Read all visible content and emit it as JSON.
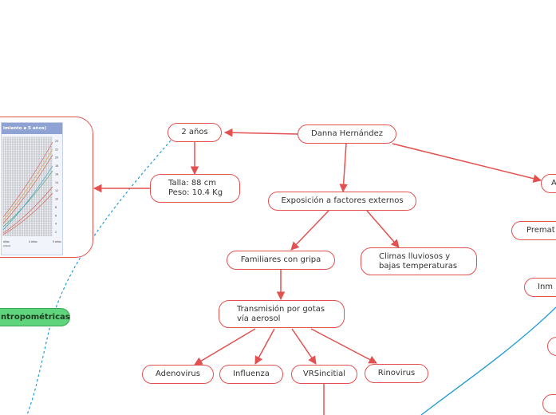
{
  "nodes": {
    "root": "Danna Hernández",
    "age": "2 años",
    "measures": "Talla: 88 cm\nPeso: 10.4 Kg",
    "exposure": "Exposición a factores externos",
    "familiares": "Familiares con gripa",
    "climas": "Climas lluviosos y\nbajas temperaturas",
    "transmision": "Transmisión por gotas\nvía aerosol",
    "adenovirus": "Adenovirus",
    "influenza": "Influenza",
    "vrs": "VRSincitial",
    "rinovirus": "Rinovirus",
    "right_a": "A",
    "right_premat": "Premat",
    "right_inm": "Inm",
    "antropometricas": "ntropométricas"
  },
  "chart_thumbnail": {
    "title": "imiento a 5 años)",
    "y_ticks": [
      "24",
      "22",
      "20",
      "18",
      "16",
      "14",
      "12",
      "10",
      "8",
      "6",
      "4",
      "2"
    ],
    "x_labels": [
      "años",
      "4 años",
      "5 años"
    ],
    "x_sublabel": "(idad)"
  },
  "colors": {
    "node_border": "#e2514f",
    "connector": "#e2514f",
    "dashed_line": "#1e9bd7",
    "solid_blue": "#1e9bd7",
    "green_fill": "#5fd47c"
  }
}
